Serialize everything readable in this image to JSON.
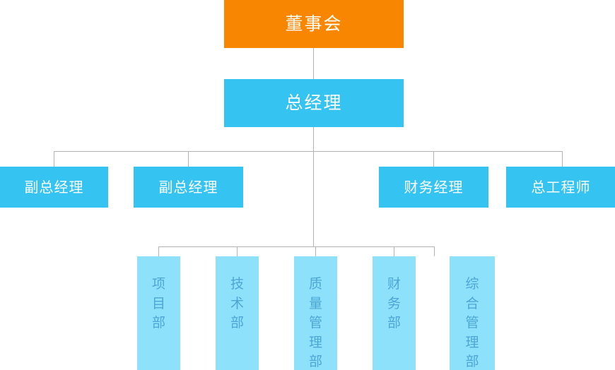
{
  "chart_data": {
    "type": "diagram",
    "title": "",
    "diagram_kind": "organization-chart",
    "orientation": "top-down",
    "colors": {
      "board_fill": "#f98600",
      "board_text": "#ffffff",
      "manager_fill": "#35c3f2",
      "manager_text": "#ffffff",
      "department_fill": "#8ee1fb",
      "department_text": "#4da6d4",
      "connector": "#b3b3b3",
      "background": "#ffffff"
    },
    "levels": [
      {
        "level": 1,
        "nodes": [
          "董事会"
        ]
      },
      {
        "level": 2,
        "nodes": [
          "总经理"
        ]
      },
      {
        "level": 3,
        "nodes": [
          "副总经理",
          "副总经理",
          "财务经理",
          "总工程师"
        ]
      },
      {
        "level": 4,
        "nodes": [
          "项目部",
          "技术部",
          "质量管理部",
          "财务部",
          "综合管理部"
        ]
      }
    ]
  },
  "board": {
    "label": "董事会"
  },
  "general_manager": {
    "label": "总经理"
  },
  "managers": [
    {
      "label": "副总经理"
    },
    {
      "label": "副总经理"
    },
    {
      "label": "财务经理"
    },
    {
      "label": "总工程师"
    }
  ],
  "departments": [
    {
      "label": "项目部"
    },
    {
      "label": "技术部"
    },
    {
      "label": "质量管理部"
    },
    {
      "label": "财务部"
    },
    {
      "label": "综合管理部"
    }
  ]
}
